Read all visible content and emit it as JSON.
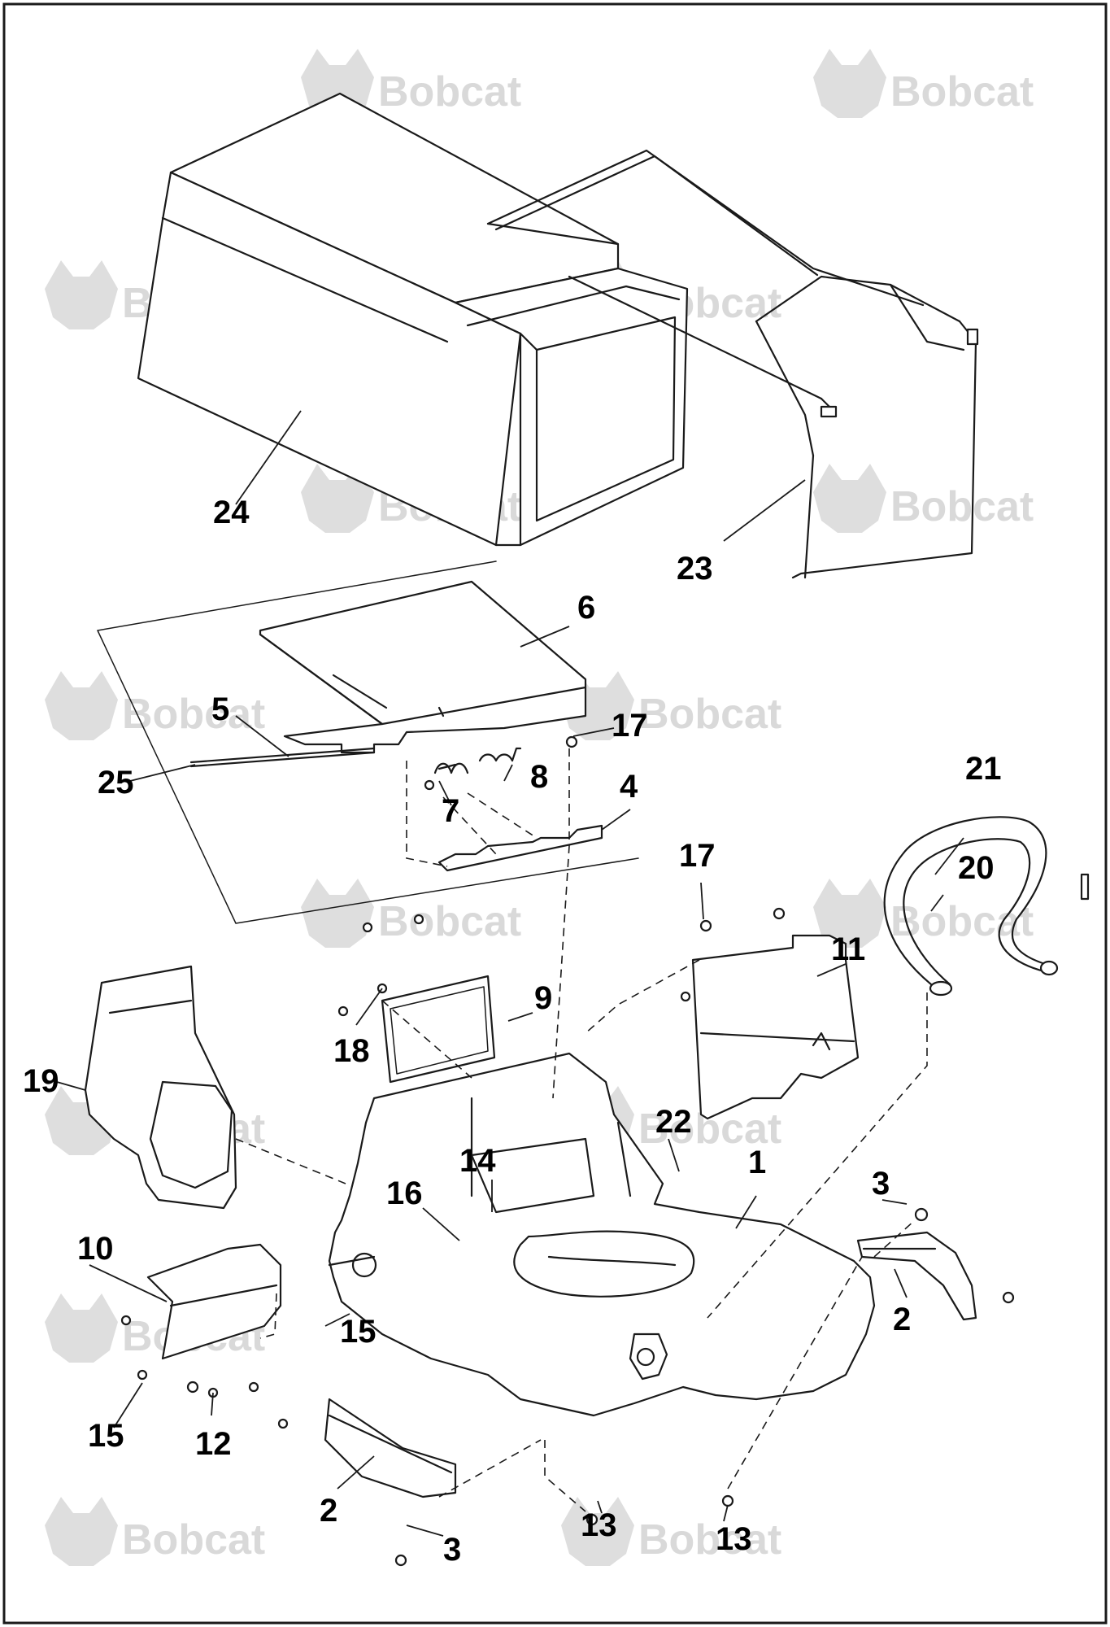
{
  "watermark": {
    "text": "Bobcat",
    "color": "#d9d9d9",
    "icon": "bobcat-logo-icon"
  },
  "callouts": [
    {
      "id": "c24",
      "label": "24"
    },
    {
      "id": "c23",
      "label": "23"
    },
    {
      "id": "c6",
      "label": "6"
    },
    {
      "id": "c5",
      "label": "5"
    },
    {
      "id": "c25",
      "label": "25"
    },
    {
      "id": "c17a",
      "label": "17"
    },
    {
      "id": "c8",
      "label": "8"
    },
    {
      "id": "c7",
      "label": "7"
    },
    {
      "id": "c4",
      "label": "4"
    },
    {
      "id": "c21",
      "label": "21"
    },
    {
      "id": "c17b",
      "label": "17"
    },
    {
      "id": "c20",
      "label": "20"
    },
    {
      "id": "c11",
      "label": "11"
    },
    {
      "id": "c9",
      "label": "9"
    },
    {
      "id": "c18",
      "label": "18"
    },
    {
      "id": "c19",
      "label": "19"
    },
    {
      "id": "c22",
      "label": "22"
    },
    {
      "id": "c14",
      "label": "14"
    },
    {
      "id": "c16",
      "label": "16"
    },
    {
      "id": "c1",
      "label": "1"
    },
    {
      "id": "c3a",
      "label": "3"
    },
    {
      "id": "c10",
      "label": "10"
    },
    {
      "id": "c2a",
      "label": "2"
    },
    {
      "id": "c15a",
      "label": "15"
    },
    {
      "id": "c15b",
      "label": "15"
    },
    {
      "id": "c12",
      "label": "12"
    },
    {
      "id": "c2b",
      "label": "2"
    },
    {
      "id": "c13a",
      "label": "13"
    },
    {
      "id": "c13b",
      "label": "13"
    },
    {
      "id": "c3b",
      "label": "3"
    }
  ]
}
